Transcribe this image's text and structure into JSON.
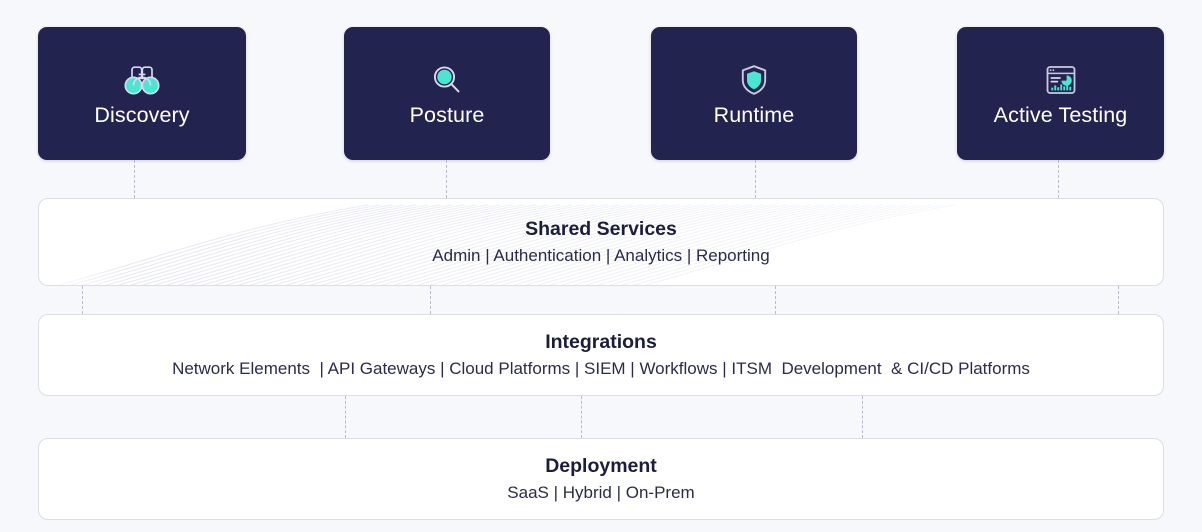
{
  "theme": {
    "page_background": "#f7f8fb",
    "card_navy": "#232350",
    "accent_teal": "#49e6d2",
    "band_white": "#ffffff",
    "band_border": "#dcdde6",
    "text_dark": "#1b1d3c",
    "text_light": "#ffffff",
    "connector_color": "#b9bbcb"
  },
  "pillars": [
    {
      "id": "discovery",
      "label": "Discovery",
      "icon": "binoculars-icon"
    },
    {
      "id": "posture",
      "label": "Posture",
      "icon": "magnifying-glass-icon"
    },
    {
      "id": "runtime",
      "label": "Runtime",
      "icon": "shield-icon"
    },
    {
      "id": "active-testing",
      "label": "Active Testing",
      "icon": "dashboard-analytics-icon"
    }
  ],
  "bands": {
    "shared_services": {
      "title": "Shared Services",
      "subtitle": "Admin | Authentication | Analytics | Reporting"
    },
    "integrations": {
      "title": "Integrations",
      "subtitle": "Network Elements  | API Gateways | Cloud Platforms | SIEM | Workflows | ITSM  Development  & CI/CD Platforms"
    },
    "deployment": {
      "title": "Deployment",
      "subtitle": "SaaS | Hybrid | On-Prem"
    }
  }
}
